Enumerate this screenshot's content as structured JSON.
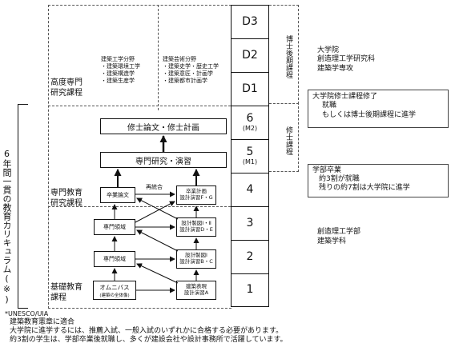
{
  "left_vertical_label": "6年間一貫の教育カリキュラム(※)",
  "phases": {
    "advanced": "高度専門研究課程",
    "professional": "専門教育研究課程",
    "basic": "基礎教育課程"
  },
  "fields": {
    "engineering": {
      "title": "建築工学分野",
      "items": [
        "・建築環境工学",
        "・建築構造学",
        "・建築生産学"
      ]
    },
    "design": {
      "title": "建築芸術分野",
      "items": [
        "・建築史学・歴史工学",
        "・建築意匠・計画学",
        "・建築都市計画学"
      ]
    }
  },
  "boxes": {
    "thesis": "修士論文・修士計画",
    "research": "専門研究・演習",
    "grad_thesis": "卒業論文",
    "grad_design": "卒業計画\n設計演習F・G",
    "saitougou": "再統合",
    "special1": "専門領域",
    "special2": "専門領域",
    "design_de": "設計製図Ⅰ・Ⅱ\n設計演習D・E",
    "design_bc": "設計製図Ⅰ\n設計演習B・C",
    "omnibus": "オムニバス",
    "omnibus_sub": "(建築の全体像)",
    "expression": "建築表現\n設計演習A"
  },
  "years": [
    {
      "label": "D3",
      "sub": ""
    },
    {
      "label": "D2",
      "sub": ""
    },
    {
      "label": "D1",
      "sub": ""
    },
    {
      "label": "6",
      "sub": "(M2)"
    },
    {
      "label": "5",
      "sub": "(M1)"
    },
    {
      "label": "4",
      "sub": ""
    },
    {
      "label": "3",
      "sub": ""
    },
    {
      "label": "2",
      "sub": ""
    },
    {
      "label": "1",
      "sub": ""
    }
  ],
  "degree_labels": {
    "doctor": "博士後期課程",
    "master": "修士課程"
  },
  "right_info": {
    "doctor": [
      "大学院",
      "創造理工学研究科",
      "建築学専攻"
    ],
    "master_complete": "大学院修士課程修了",
    "master_lines": [
      "就職",
      "もしくは博士後期課程に進学"
    ],
    "undergrad_title": "学部卒業",
    "undergrad_lines": [
      "約3割が就職",
      "残りの約7割は大学院に進学"
    ],
    "faculty": [
      "創造理工学部",
      "建築学科"
    ]
  },
  "notes": {
    "title": "*UNESCO/UIA",
    "lines": [
      "建築教育憲章に適合",
      "大学院に進学するには、推薦入試、一般入試のいずれかに合格する必要があります。",
      "約3割の学生は、学部卒業後就職し、多くが建設会社や設計事務所で活躍しています。"
    ]
  }
}
